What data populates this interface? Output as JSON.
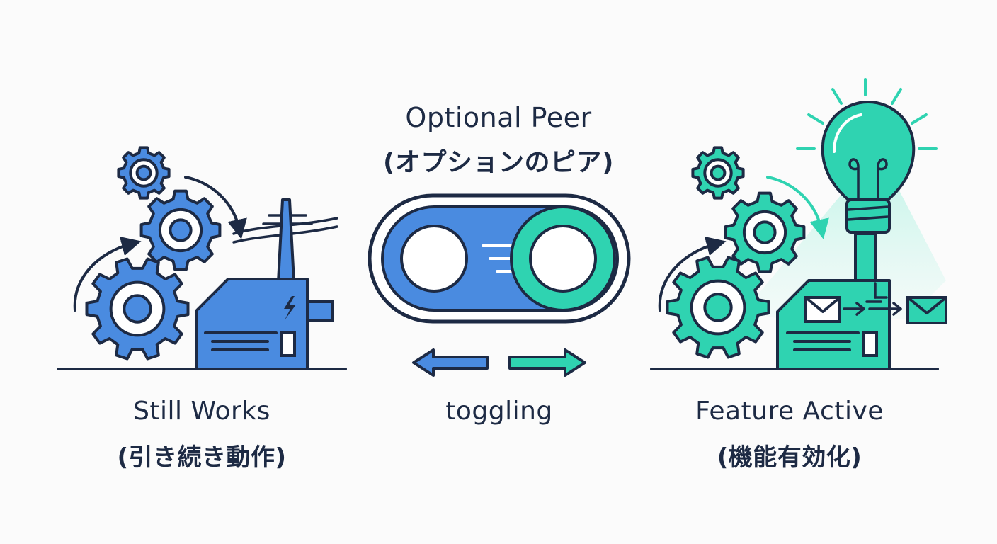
{
  "header": {
    "title": "Optional Peer",
    "title_jp": "(オプションのピア)"
  },
  "left_panel": {
    "caption": "Still Works",
    "caption_jp": "(引き続き動作)",
    "icons": [
      "gear-icon",
      "factory-icon",
      "lightning-icon",
      "power-line-icon"
    ]
  },
  "center_panel": {
    "caption": "toggling",
    "icons": [
      "toggle-switch-icon",
      "arrow-left-icon",
      "arrow-right-icon"
    ]
  },
  "right_panel": {
    "caption": "Feature Active",
    "caption_jp": "(機能有効化)",
    "icons": [
      "gear-icon",
      "factory-icon",
      "light-bulb-icon",
      "envelope-icon"
    ]
  },
  "colors": {
    "navy": "#1d2a44",
    "blue": "#4a8be0",
    "teal": "#2fd3b1",
    "background": "#fbfbfb"
  }
}
